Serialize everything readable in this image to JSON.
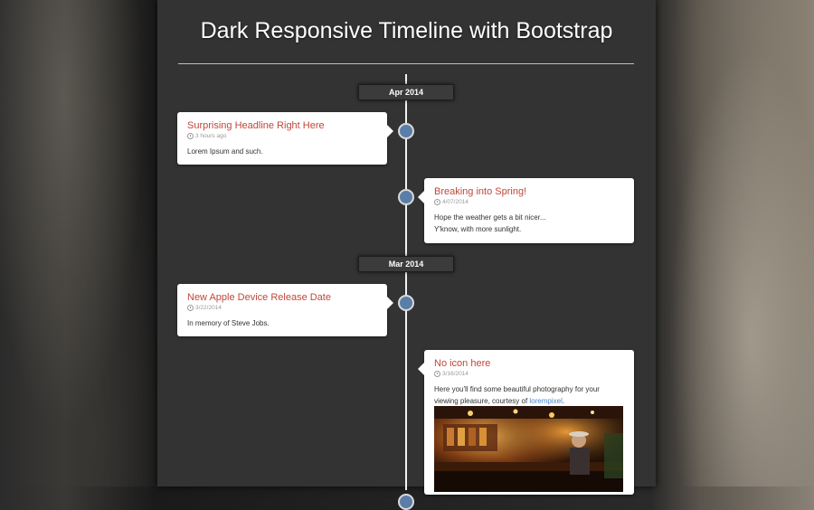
{
  "page": {
    "title": "Dark Responsive Timeline with Bootstrap"
  },
  "months": [
    {
      "label": "Apr 2014"
    },
    {
      "label": "Mar 2014"
    }
  ],
  "entries": [
    {
      "side": "left",
      "title": "Surprising Headline Right Here",
      "time": "3 hours ago",
      "body": [
        "Lorem Ipsum and such."
      ]
    },
    {
      "side": "right",
      "title": "Breaking into Spring!",
      "time": "4/07/2014",
      "body": [
        "Hope the weather gets a bit nicer...",
        "Y'know, with more sunlight."
      ]
    },
    {
      "side": "left",
      "title": "New Apple Device Release Date",
      "time": "3/22/2014",
      "body": [
        "In memory of Steve Jobs."
      ]
    },
    {
      "side": "right",
      "title": "No icon here",
      "time": "3/16/2014",
      "body_prefix": "Here you'll find some beautiful photography for your viewing pleasure, courtesy of ",
      "body_link": "lorempixel",
      "body_suffix": "."
    }
  ],
  "colors": {
    "accent_title": "#c0473a",
    "node_fill": "#5b7ea8",
    "link": "#4a86c5",
    "panel": "#333333"
  }
}
